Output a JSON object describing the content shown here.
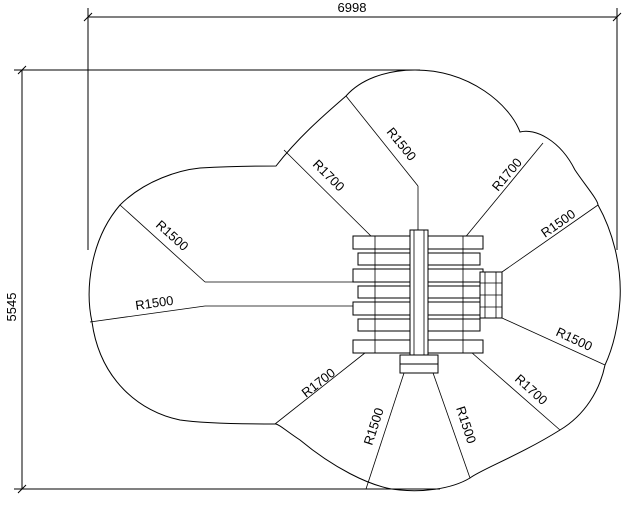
{
  "dimensions": {
    "overall_width": "6998",
    "overall_height": "5545"
  },
  "radius_labels": {
    "top": "R1500",
    "top_left": "R1700",
    "top_right": "R1700",
    "left_upper": "R1500",
    "left_lower": "R1500",
    "right_upper": "R1500",
    "right_lower": "R1500",
    "bottom_left_outer": "R1700",
    "bottom_right_outer": "R1700",
    "bottom_left_inner": "R1500",
    "bottom_right_inner": "R1500"
  }
}
